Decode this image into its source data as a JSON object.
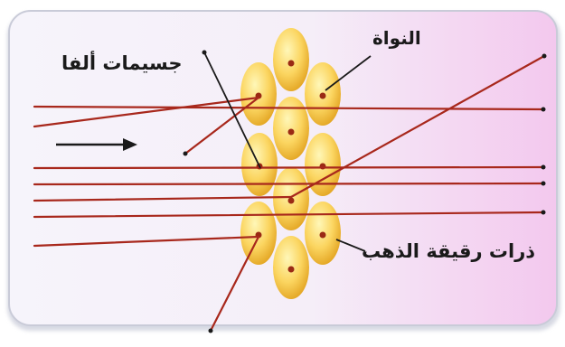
{
  "labels": {
    "alpha_particles": "جسيمات ألفا",
    "nucleus": "النواة",
    "gold_foil_atoms": "ذرات رقيقة الذهب"
  },
  "colors": {
    "panel_left": "#f6f4fb",
    "panel_right": "#f3c8ee",
    "panel_border": "#c9cbd8",
    "beam": "#a8281c",
    "atom_light": "#fff7b8",
    "atom_mid": "#fbd560",
    "atom_dark": "#e2a320",
    "nucleus": "#9a2a14",
    "arrow": "#1a1a1a"
  },
  "icons": {
    "direction_arrow": "right-arrow-icon"
  }
}
